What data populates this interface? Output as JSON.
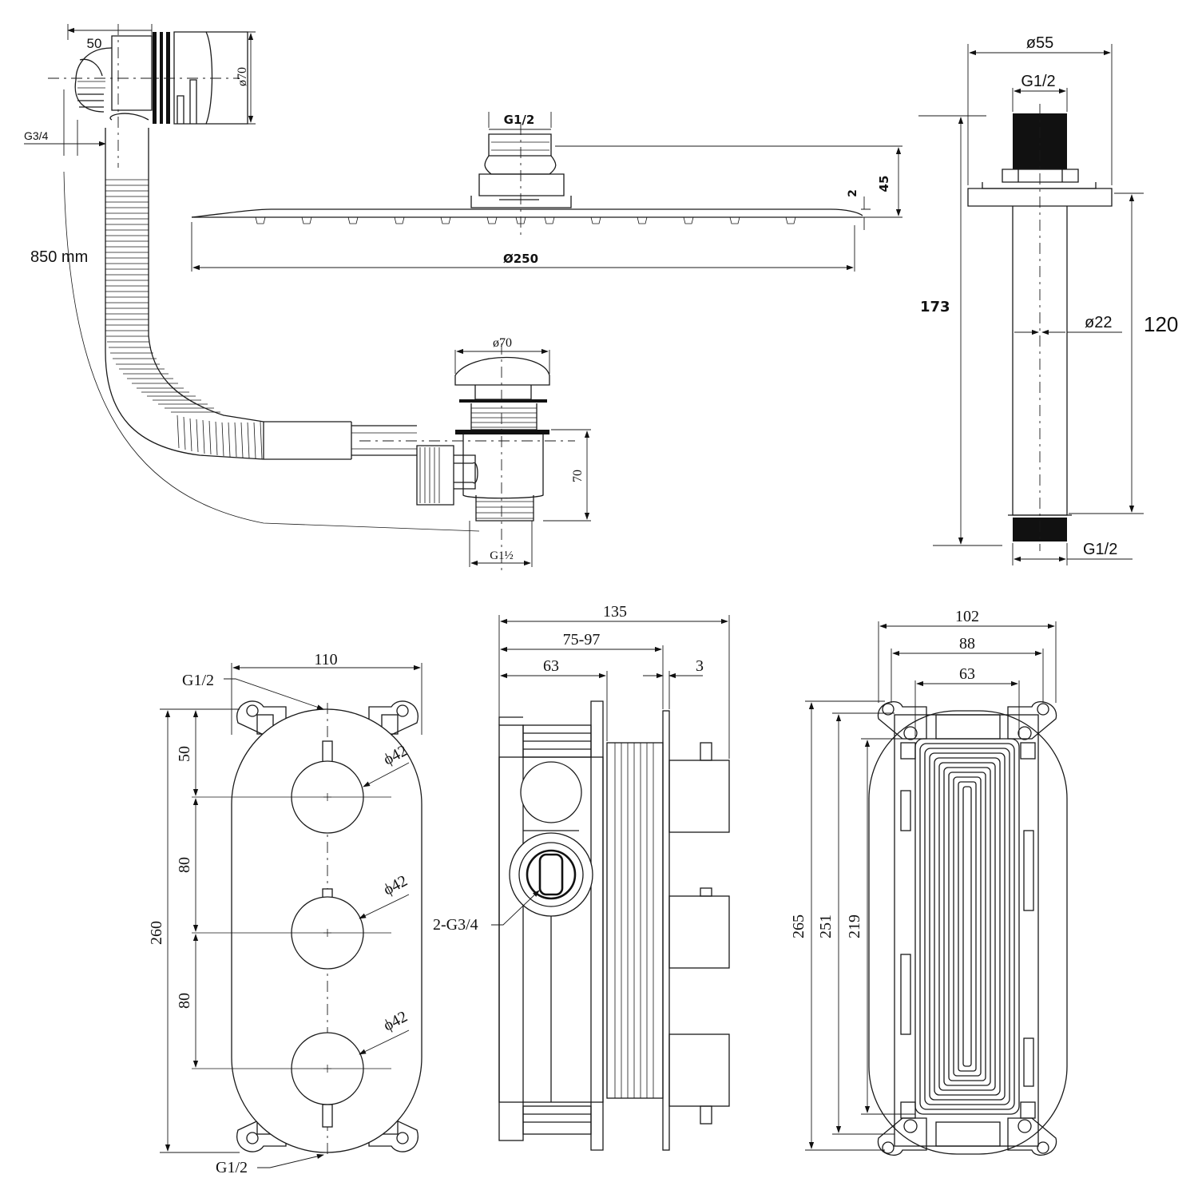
{
  "waste_overflow": {
    "dim_width": "50",
    "dim_overflow_diameter": "ø70",
    "dim_thread": "G3/4",
    "dim_hose_length": "850 mm",
    "dim_waste_diameter": "ø70",
    "dim_waste_height": "70",
    "dim_waste_thread": "G1½"
  },
  "shower_head": {
    "dim_inlet": "G1/2",
    "dim_height": "45",
    "dim_plate": "2",
    "dim_diameter": "Ø250"
  },
  "ceiling_arm": {
    "dim_flange": "ø55",
    "dim_top_thread": "G1/2",
    "dim_total": "173",
    "dim_tube": "ø22",
    "dim_tube_length": "120",
    "dim_bottom_thread": "G1/2"
  },
  "valve_front": {
    "dim_inlet_top": "G1/2",
    "dim_width": "110",
    "dim_height": "260",
    "dim_top": "50",
    "dim_pitch_1": "80",
    "dim_pitch_2": "80",
    "dim_knob_1": "ϕ42",
    "dim_knob_2": "ϕ42",
    "dim_knob_3": "ϕ42",
    "dim_inlet_bottom": "G1/2"
  },
  "valve_side": {
    "dim_total": "135",
    "dim_adjust": "75-97",
    "dim_body": "63",
    "dim_plate": "3",
    "dim_ports": "2-G3/4"
  },
  "valve_back": {
    "dim_outer": "102",
    "dim_mid": "88",
    "dim_inner": "63",
    "dim_h_outer": "265",
    "dim_h_mid": "251",
    "dim_h_inner": "219"
  }
}
